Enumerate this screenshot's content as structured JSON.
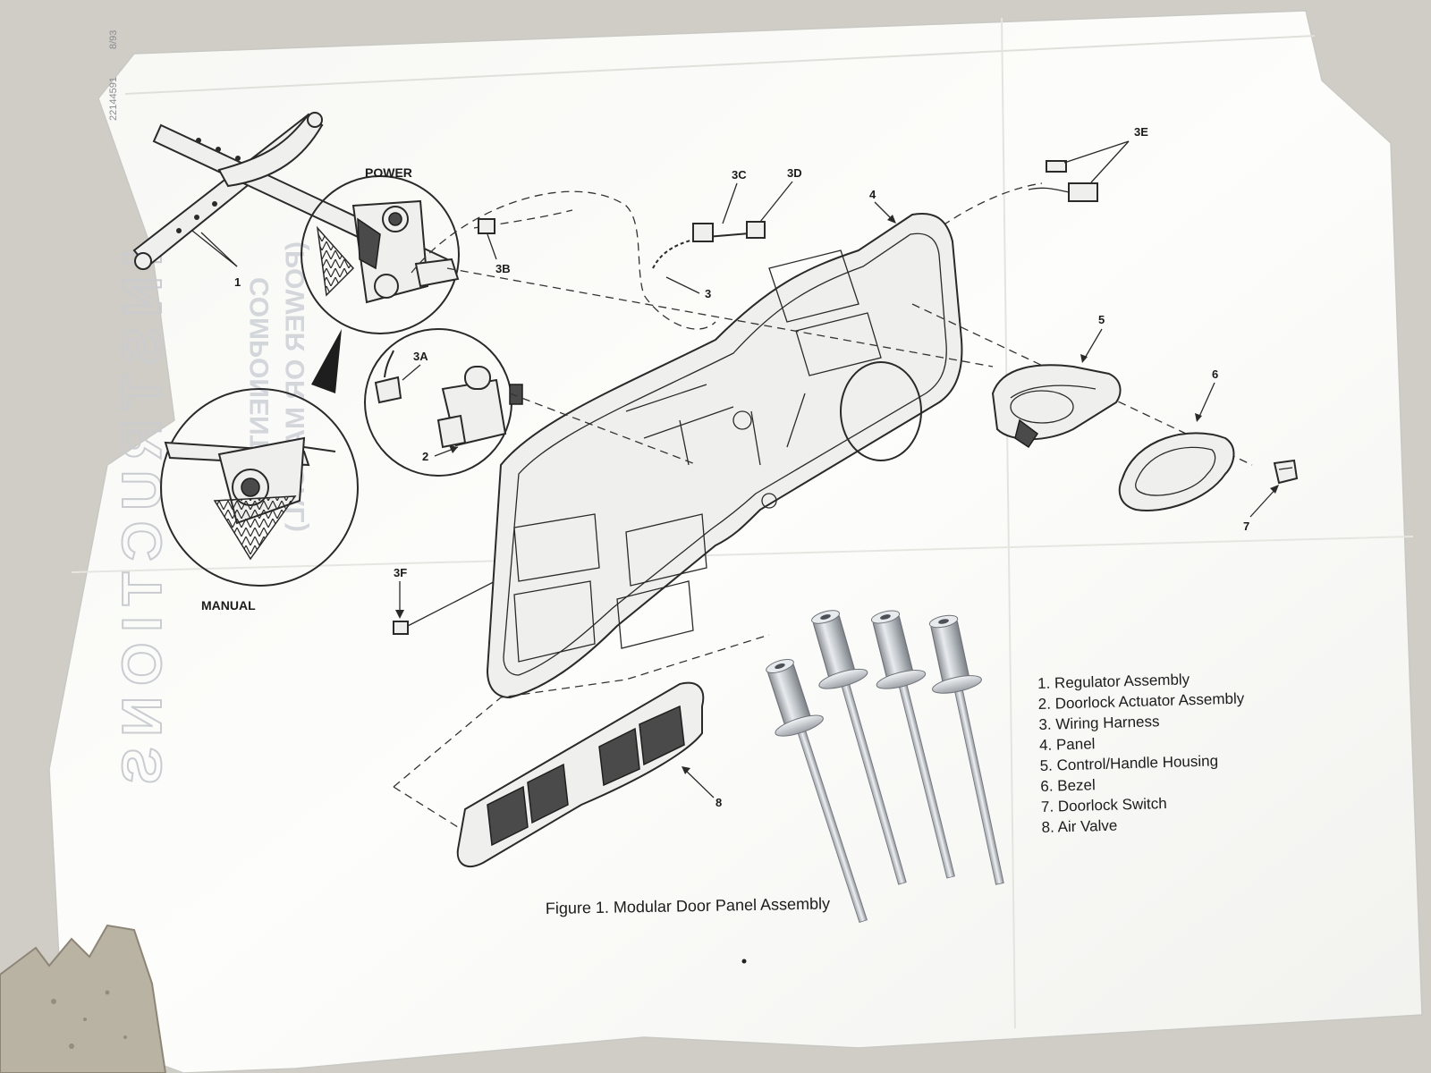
{
  "view_labels": {
    "power": "POWER",
    "manual": "MANUAL"
  },
  "callouts": {
    "c1": "1",
    "c2": "2",
    "c3": "3",
    "c3a": "3A",
    "c3b": "3B",
    "c3c": "3C",
    "c3d": "3D",
    "c3e": "3E",
    "c3f": "3F",
    "c4": "4",
    "c5": "5",
    "c6": "6",
    "c7": "7",
    "c8": "8"
  },
  "legend": [
    "1. Regulator Assembly",
    "2. Doorlock Actuator Assembly",
    "3. Wiring Harness",
    "4. Panel",
    "5. Control/Handle Housing",
    "6. Bezel",
    "7. Doorlock Switch",
    "8. Air Valve"
  ],
  "caption": "Figure 1. Modular Door Panel Assembly",
  "show_through_text": {
    "title": "INSTRUCTIONS",
    "line1": "COMPONENT",
    "line2": "(POWER OR MANUAL)",
    "part_number": "22144591",
    "code": "8/93"
  },
  "colors": {
    "paper": "#fbfbf8",
    "ink": "#1b1b1b",
    "table": "#cfcdc6",
    "rivet": "#c4c9ce"
  }
}
